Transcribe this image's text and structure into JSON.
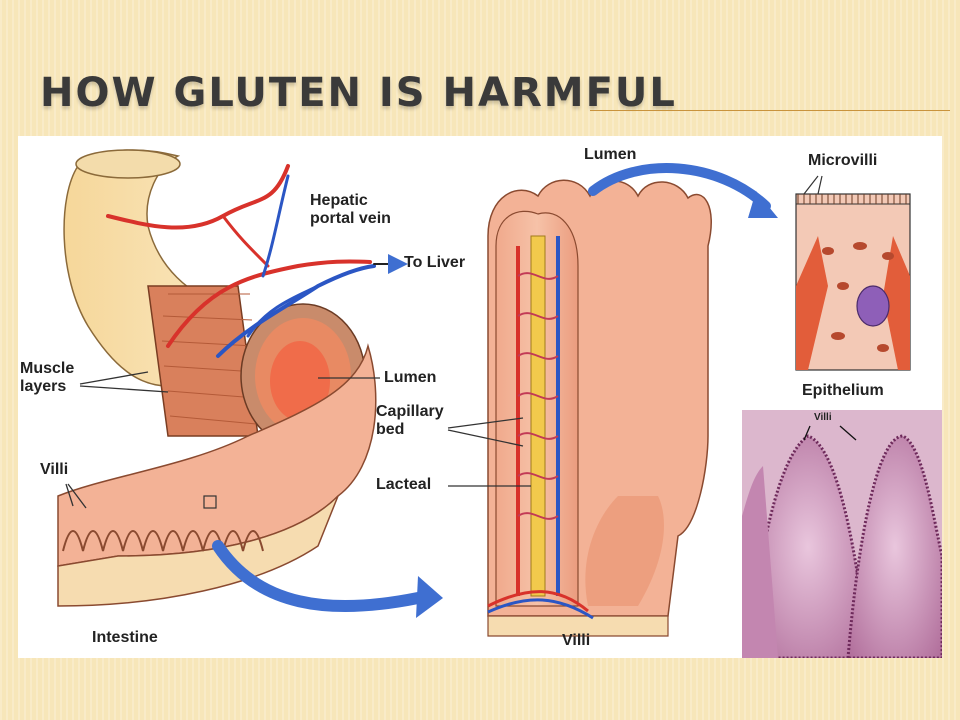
{
  "slide": {
    "title": "HOW GLUTEN IS HARMFUL"
  },
  "labels": {
    "hepatic_portal_vein": "Hepatic\nportal vein",
    "to_liver": "To Liver",
    "muscle_layers": "Muscle\nlayers",
    "lumen_left": "Lumen",
    "villi_left": "Villi",
    "intestine": "Intestine",
    "lumen_center": "Lumen",
    "capillary_bed": "Capillary\nbed",
    "lacteal": "Lacteal",
    "villi_center": "Villi",
    "microvilli": "Microvilli",
    "epithelium": "Epithelium",
    "villi_micrograph": "Villi"
  },
  "colors": {
    "background": "#f7e6b9",
    "title": "#3a3a3a",
    "accent_rule": "#c9933c",
    "tissue": "#f0a98c",
    "muscle": "#d9805c",
    "artery": "#d8322b",
    "vein": "#2b56c4",
    "lacteal": "#f2c94c",
    "arrow": "#3f6fd1",
    "micrograph": "#c98fb6"
  }
}
